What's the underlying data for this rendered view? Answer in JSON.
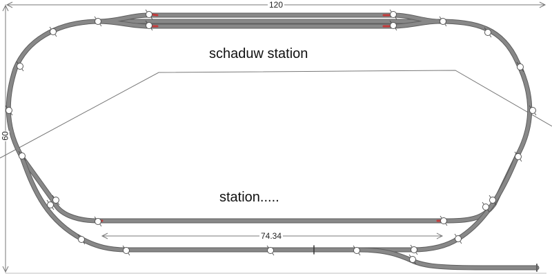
{
  "labels": {
    "shadow_station": "schaduw station",
    "station": "station....."
  },
  "dimensions": {
    "width": "120",
    "height": "60",
    "station_length": "74.34"
  },
  "colors": {
    "track": "#7c7c7c",
    "track_outline": "#5e5e5e",
    "joint": "#ffffff",
    "joint_stroke": "#555555",
    "turnout_marker": "#c23a3a",
    "dimension_line": "#777777",
    "scenery_line": "#777777",
    "frame": "#bdbdbd"
  }
}
